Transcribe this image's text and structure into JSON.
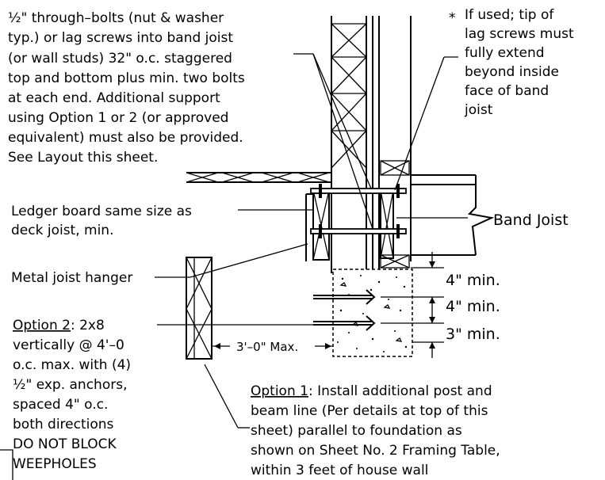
{
  "notes": {
    "bolts": [
      "½\" through–bolts (nut & washer",
      "typ.) or lag screws into band joist",
      "(or wall studs) 32\" o.c. staggered",
      "top and bottom plus min. two bolts",
      "at each end. Additional support",
      "using Option 1 or 2  (or approved",
      "equivalent) must also be provided.",
      "See Layout this sheet."
    ],
    "lag_asterisk": "*",
    "lag": [
      "If used; tip of",
      "lag screws must",
      "fully extend",
      "beyond inside",
      "face of band",
      "joist"
    ],
    "ledger": [
      "Ledger board same size as",
      "deck joist, min."
    ],
    "hanger": "Metal joist hanger",
    "band_joist": "Band Joist",
    "option2_title": "Option 2",
    "option2_rest": ": 2x8",
    "option2": [
      "vertically @ 4'–0",
      "o.c. max. with (4)",
      "½\" exp. anchors,",
      "spaced  4\" o.c.",
      "both directions",
      "DO NOT BLOCK",
      "WEEPHOLES"
    ],
    "option1_title": "Option 1",
    "option1_rest": ": Install additional post and",
    "option1": [
      "beam line (Per details at top of this",
      "sheet) parallel to foundation as",
      "shown on Sheet No. 2 Framing Table,",
      "within 3 feet of house wall"
    ]
  },
  "dimensions": {
    "top": "4\"  min.",
    "mid": "4\"  min.",
    "bottom": "3\"  min.",
    "max": "3'–0\" Max."
  }
}
